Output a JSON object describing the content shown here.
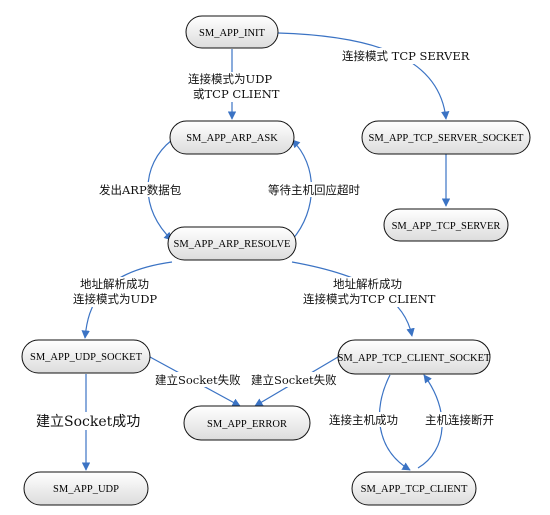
{
  "colors": {
    "edge": "#3b73c4",
    "node_fill_top": "#ffffff",
    "node_fill_bottom": "#dcdcdc",
    "node_border": "#111111"
  },
  "nodes": {
    "init": "SM_APP_INIT",
    "arp_ask": "SM_APP_ARP_ASK",
    "arp_resolve": "SM_APP_ARP_RESOLVE",
    "tcp_server_socket": "SM_APP_TCP_SERVER_SOCKET",
    "tcp_server": "SM_APP_TCP_SERVER",
    "udp_socket": "SM_APP_UDP_SOCKET",
    "error": "SM_APP_ERROR",
    "tcp_client_socket": "SM_APP_TCP_CLIENT_SOCKET",
    "udp": "SM_APP_UDP",
    "tcp_client": "SM_APP_TCP_CLIENT"
  },
  "edges": {
    "init_to_arp_ask": [
      "连接模式为UDP",
      "或TCP CLIENT"
    ],
    "init_to_tcp_server_socket": "连接模式 TCP SERVER",
    "send_arp": "发出ARP数据包",
    "wait_timeout": "等待主机回应超时",
    "resolve_to_udp": [
      "地址解析成功",
      "连接模式为UDP"
    ],
    "resolve_to_tcp_client": [
      "地址解析成功",
      "连接模式为TCP CLIENT"
    ],
    "udp_socket_fail": "建立Socket失败",
    "tcp_socket_fail": "建立Socket失败",
    "udp_socket_ok": "建立Socket成功",
    "host_connect_ok": "连接主机成功",
    "host_disconnect": "主机连接断开"
  }
}
